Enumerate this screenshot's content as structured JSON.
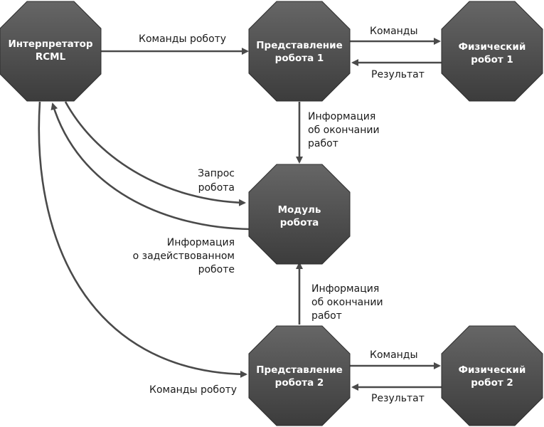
{
  "nodes": {
    "interpreter": {
      "line1": "Интерпретатор",
      "line2": "RCML"
    },
    "representation1": {
      "line1": "Представление",
      "line2": "робота 1"
    },
    "physical1": {
      "line1": "Физический",
      "line2": "робот 1"
    },
    "robot_module": {
      "line1": "Модуль",
      "line2": "робота"
    },
    "representation2": {
      "line1": "Представление",
      "line2": "робота 2"
    },
    "physical2": {
      "line1": "Физический",
      "line2": "робот 2"
    }
  },
  "edges": {
    "interp_to_rep1": {
      "line1": "Команды роботу"
    },
    "rep1_to_phys1": {
      "line1": "Команды"
    },
    "phys1_to_rep1": {
      "line1": "Результат"
    },
    "rep1_to_module": {
      "line1": "Информация",
      "line2": "об окончании",
      "line3": "работ"
    },
    "interp_to_module": {
      "line1": "Запрос",
      "line2": "робота"
    },
    "module_to_interp": {
      "line1": "Информация",
      "line2": "о задействованном",
      "line3": "роботе"
    },
    "rep2_to_module": {
      "line1": "Информация",
      "line2": "об окончании",
      "line3": "работ"
    },
    "interp_to_rep2": {
      "line1": "Команды роботу"
    },
    "rep2_to_phys2": {
      "line1": "Команды"
    },
    "phys2_to_rep2": {
      "line1": "Результат"
    }
  },
  "colors": {
    "node_fill_top": "#666666",
    "node_fill_bottom": "#3c3c3c",
    "edge": "#4a4a4a"
  }
}
